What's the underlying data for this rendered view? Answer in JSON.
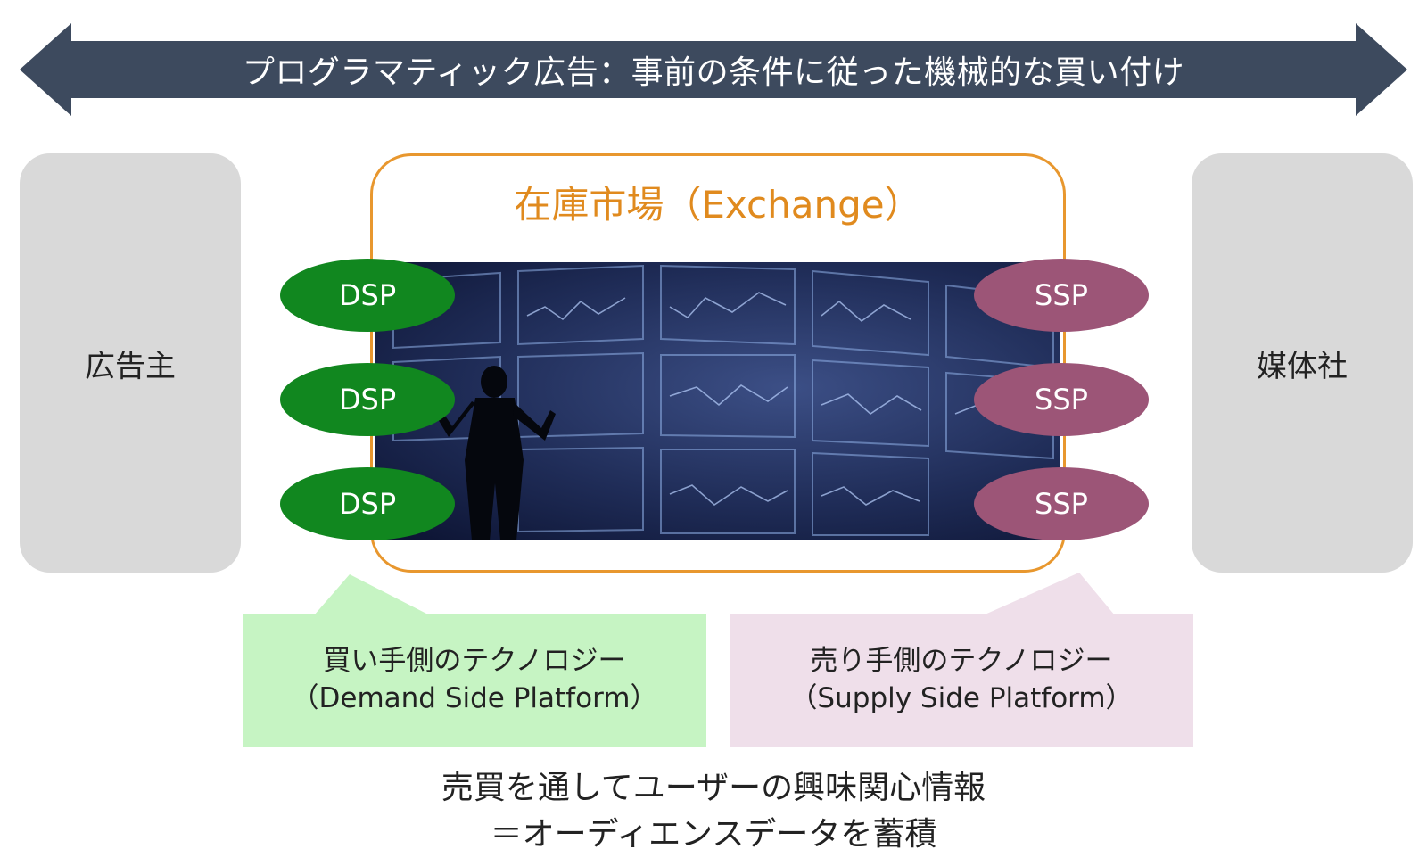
{
  "arrow": {
    "label": "プログラマティック広告：事前の条件に従った機械的な買い付け",
    "color": "#3d4a5e"
  },
  "advertiser": {
    "label": "広告主"
  },
  "publisher": {
    "label": "媒体社"
  },
  "exchange": {
    "title": "在庫市場（Exchange）",
    "frame_color": "#e8972e"
  },
  "dsp": {
    "items": [
      "DSP",
      "DSP",
      "DSP"
    ],
    "color": "#11871f"
  },
  "ssp": {
    "items": [
      "SSP",
      "SSP",
      "SSP"
    ],
    "color": "#9c5577"
  },
  "buy_callout": {
    "line1": "買い手側のテクノロジー",
    "line2": "（Demand Side Platform）",
    "color": "#c6f4c3"
  },
  "sell_callout": {
    "line1": "売り手側のテクノロジー",
    "line2": "（Supply Side Platform）",
    "color": "#efdfea"
  },
  "bottom_note": {
    "line1": "売買を通してユーザーの興味関心情報",
    "line2": "＝オーディエンスデータを蓄積"
  }
}
